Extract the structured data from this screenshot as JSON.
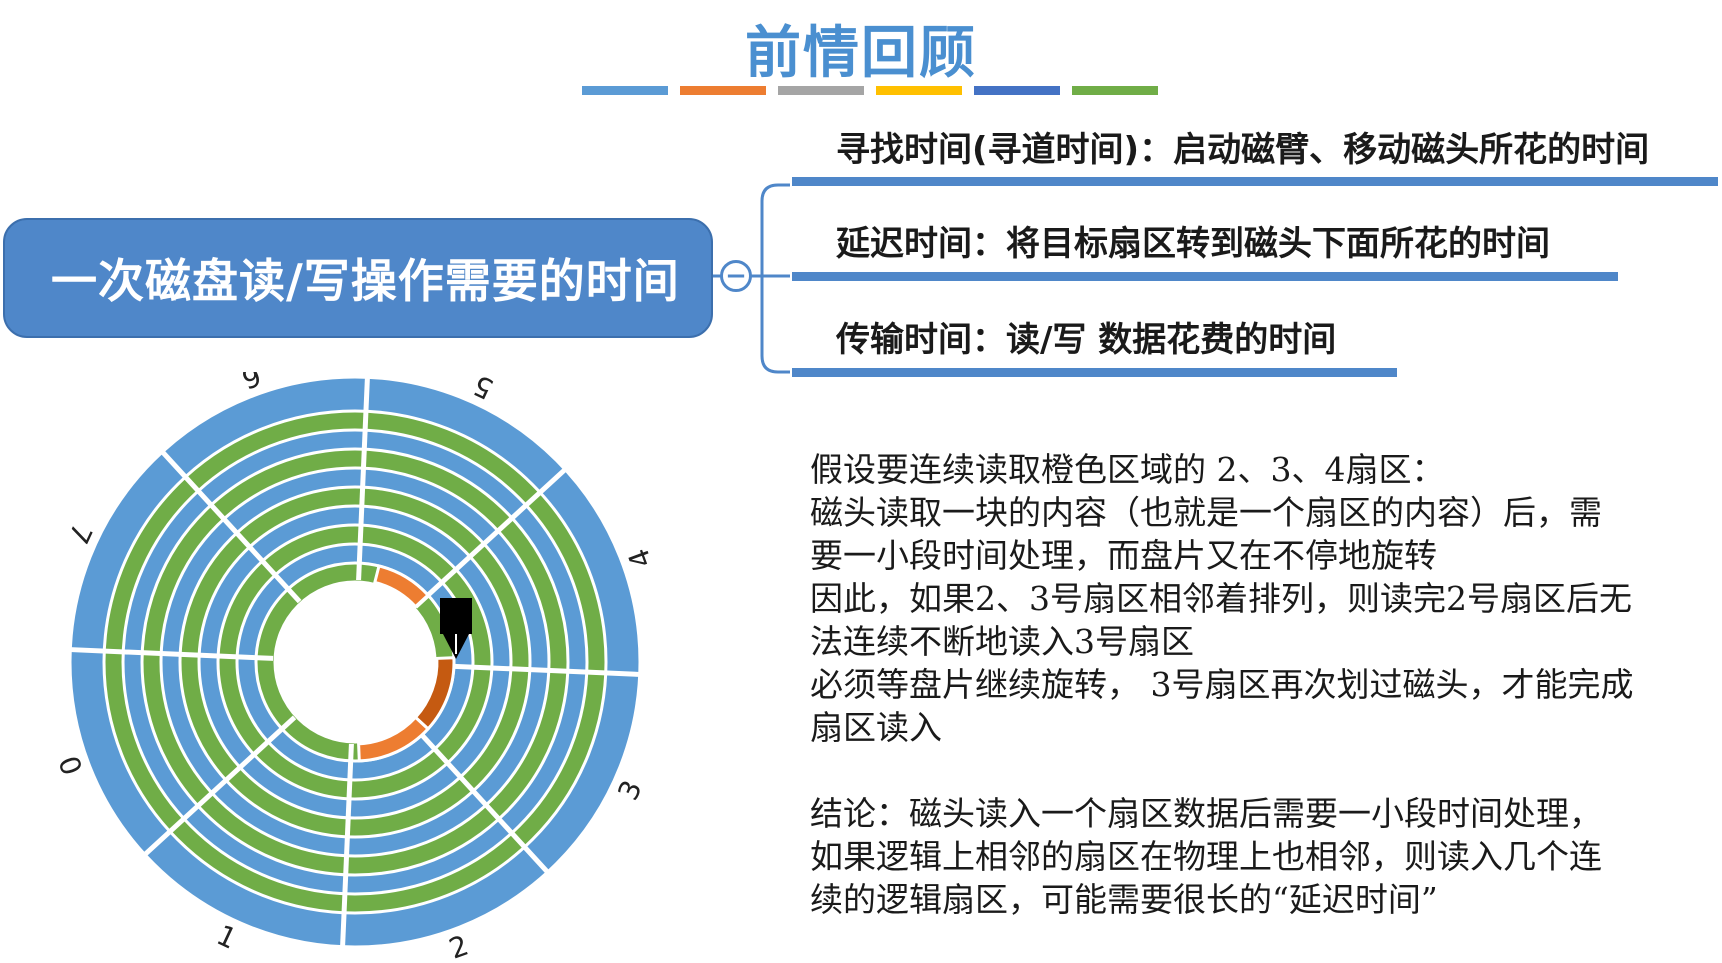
{
  "header": {
    "title": "前情回顾",
    "bar_colors": [
      "#5b9bd5",
      "#ed7d31",
      "#a5a5a5",
      "#ffc000",
      "#4472c4",
      "#70ad47"
    ]
  },
  "mindmap": {
    "central_label": "一次磁盘读/写操作需要的时间",
    "branches": [
      {
        "label": "寻找时间(寻道时间)：启动磁臂、移动磁头所花的时间"
      },
      {
        "label": "延迟时间：将目标扇区转到磁头下面所花的时间"
      },
      {
        "label": "传输时间：读/写 数据花费的时间"
      }
    ],
    "collapse_icon": "−"
  },
  "disk": {
    "sector_labels": [
      "5",
      "4",
      "3",
      "2",
      "1",
      "0",
      "7",
      "6"
    ],
    "colors": {
      "outer_track": "#5b9bd5",
      "green_track": "#70ad47",
      "blue_track": "#5b9bd5",
      "highlight": "#ed7d31",
      "highlight_dark": "#c55a11",
      "head": "#000000"
    }
  },
  "explanation": {
    "lines": [
      "假设要连续读取橙色区域的 2、3、4扇区：",
      "磁头读取一块的内容（也就是一个扇区的内容）后，需",
      "要一小段时间处理，而盘片又在不停地旋转",
      "因此，如果2、3号扇区相邻着排列，则读完2号扇区后无",
      "法连续不断地读入3号扇区",
      "必须等盘片继续旋转， 3号扇区再次划过磁头，才能完成",
      "扇区读入"
    ],
    "conclusion_lines": [
      "结论：磁头读入一个扇区数据后需要一小段时间处理，",
      "如果逻辑上相邻的扇区在物理上也相邻，则读入几个连",
      "续的逻辑扇区，可能需要很长的“延迟时间”"
    ]
  }
}
